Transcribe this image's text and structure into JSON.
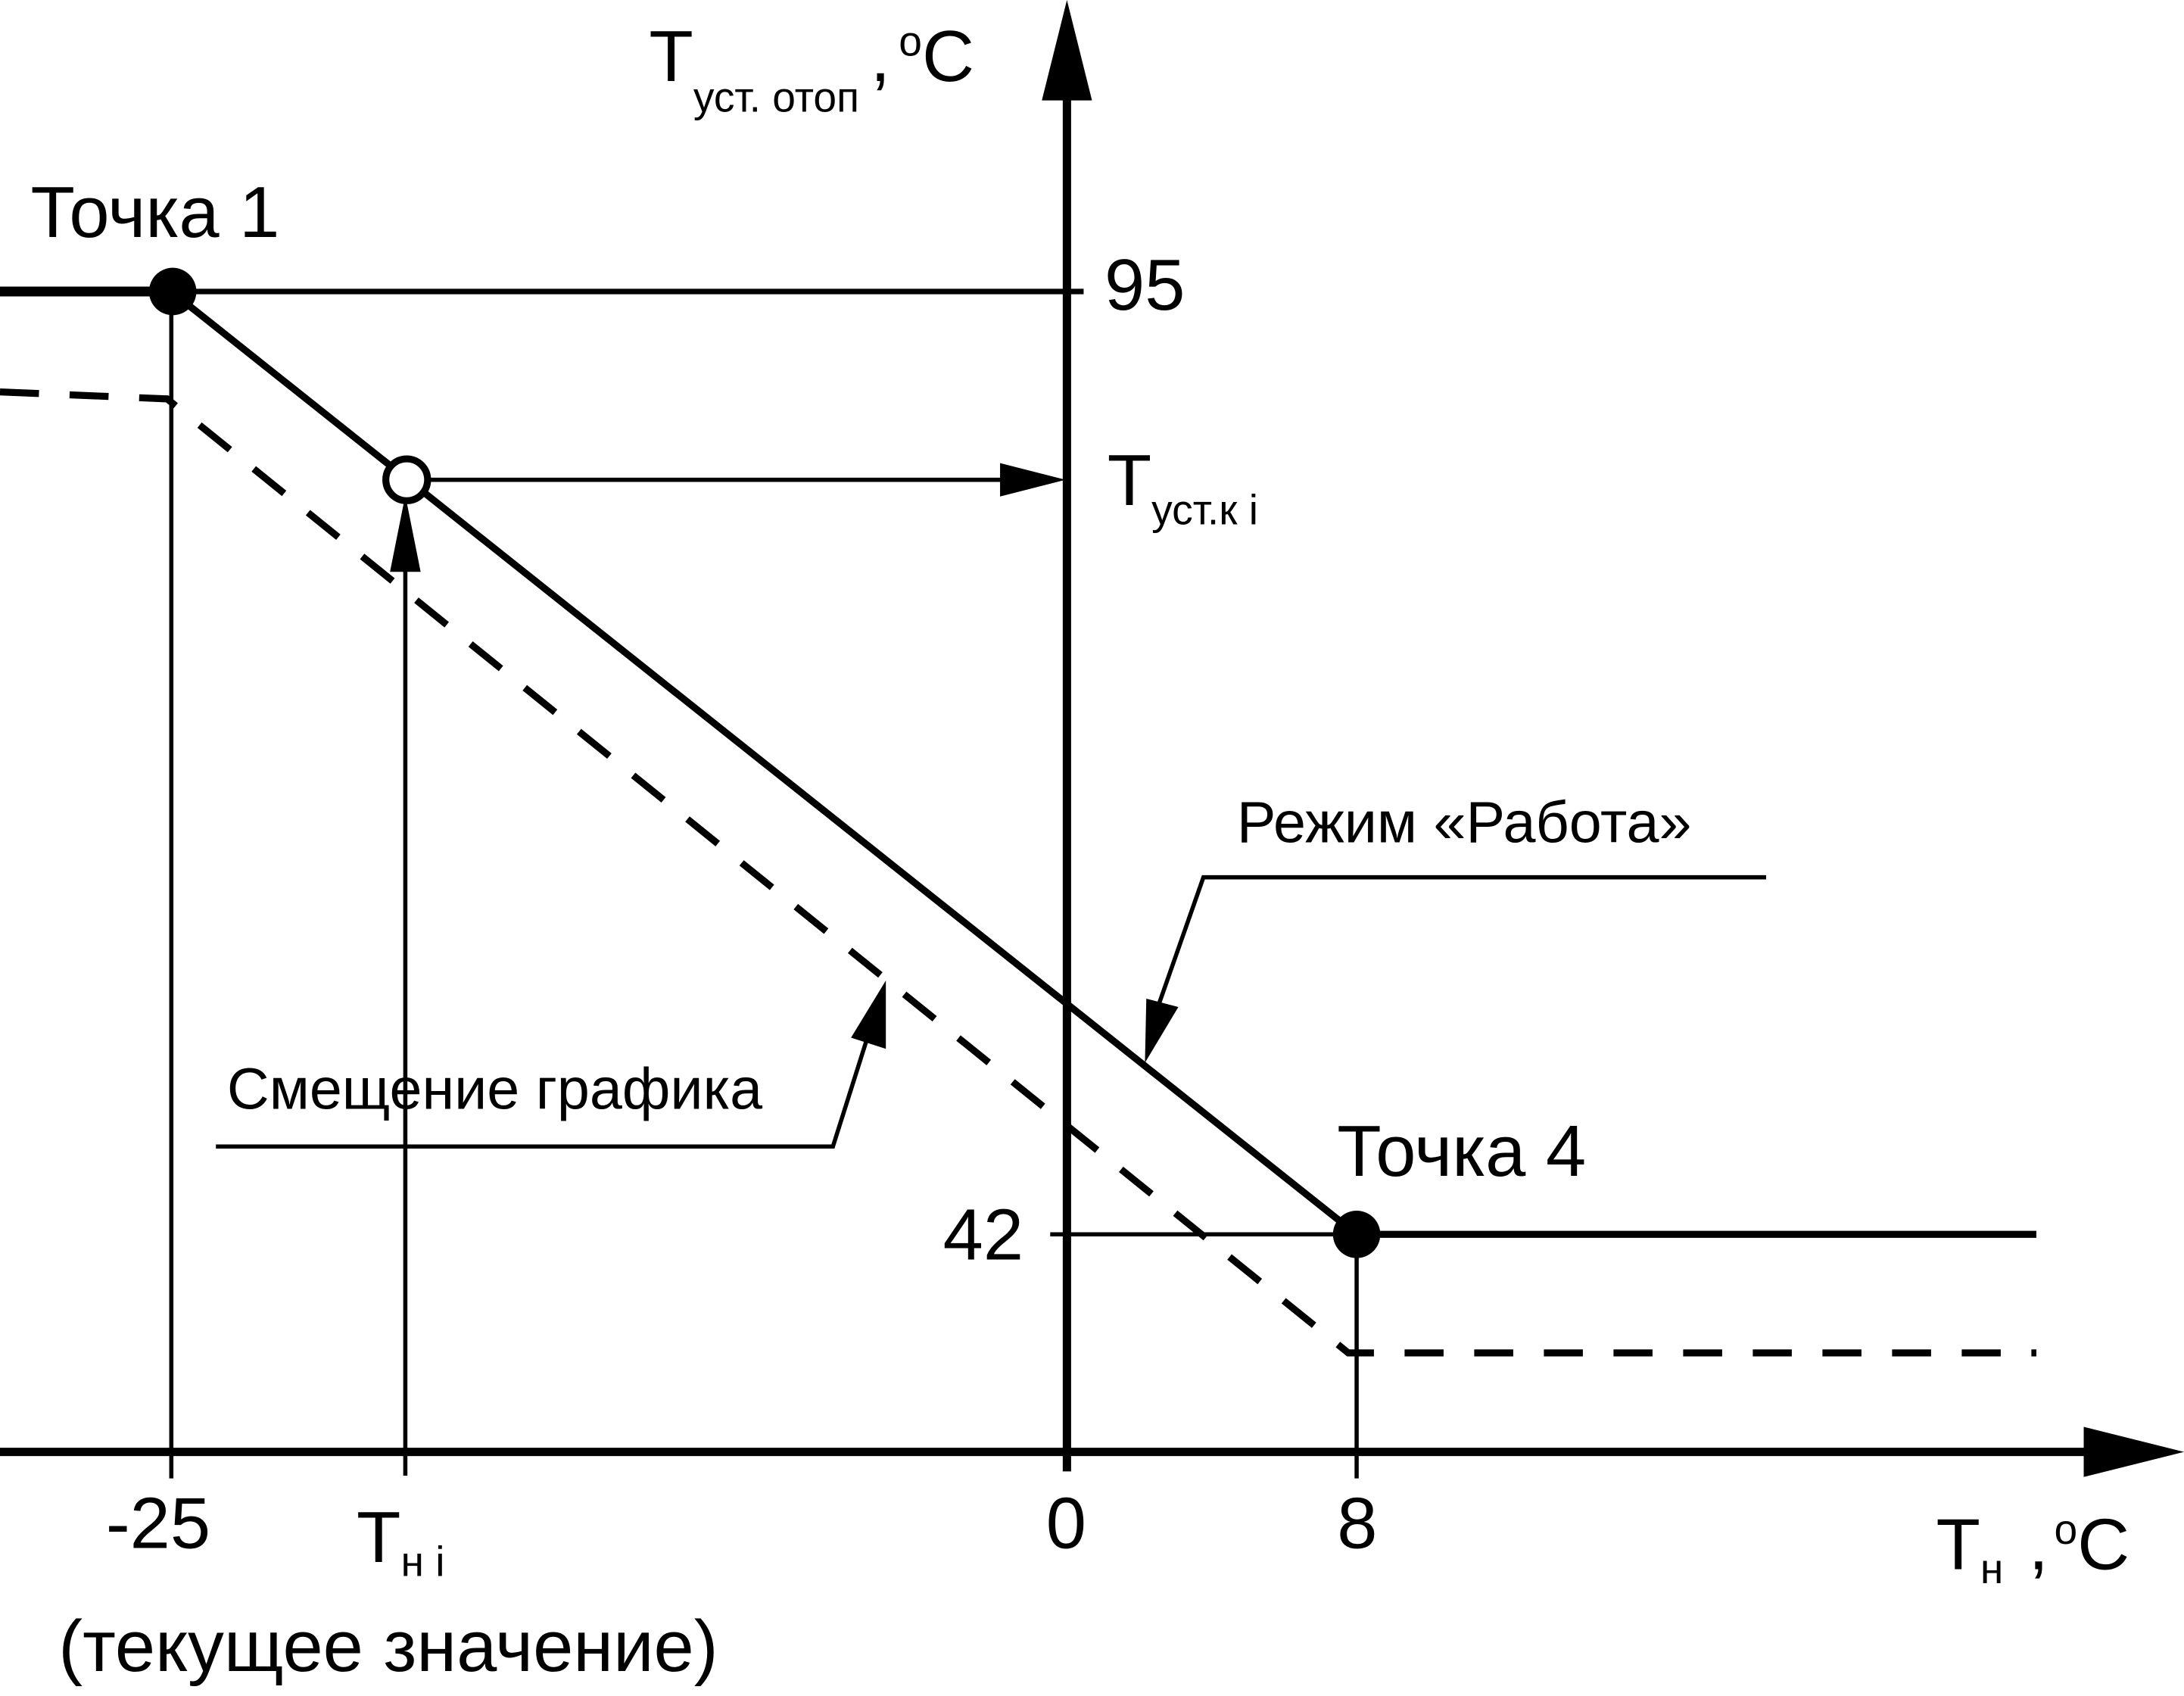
{
  "chart_data": {
    "type": "line",
    "title": "",
    "xlabel": "Tн , °C",
    "ylabel": "Tуст. отоп , °C",
    "x_ticks": [
      "-25",
      "Tн i",
      "0",
      "8"
    ],
    "y_ticks": [
      "95",
      "Tуст.к i",
      "42"
    ],
    "series": [
      {
        "name": "Режим «Работа»",
        "style": "solid",
        "points": [
          {
            "x": -40,
            "y": 95
          },
          {
            "x": -25,
            "y": 95
          },
          {
            "x": 8,
            "y": 42
          },
          {
            "x": 25,
            "y": 42
          }
        ]
      },
      {
        "name": "Смещение графика",
        "style": "dashed",
        "points": [
          {
            "x": -40,
            "y": 83
          },
          {
            "x": -25,
            "y": 82
          },
          {
            "x": 8,
            "y": 29
          },
          {
            "x": 25,
            "y": 29
          }
        ]
      }
    ],
    "annotations": [
      {
        "text": "Точка 1",
        "x": -25,
        "y": 95
      },
      {
        "text": "Точка 4",
        "x": 8,
        "y": 42
      },
      {
        "text": "Tуст.к i",
        "target": "current setpoint on Y axis"
      },
      {
        "text": "Tн i",
        "target": "current outdoor temperature on X axis"
      },
      {
        "text": "(текущее значение)",
        "target": "Tн i"
      },
      {
        "text": "Режим «Работа»",
        "target": "solid line"
      },
      {
        "text": "Смещение графика",
        "target": "dashed line"
      }
    ]
  },
  "labels": {
    "y_axis_main": "T",
    "y_axis_sub": "уст. отоп",
    "y_axis_unit_comma": ",",
    "y_axis_unit_deg": "o",
    "y_axis_unit": "C",
    "x_axis_main": "T",
    "x_axis_sub": "н",
    "x_axis_unit_comma": ",",
    "x_axis_unit_deg": "o",
    "x_axis_unit": "C",
    "point1": "Точка 1",
    "point4": "Точка 4",
    "tick_95": "95",
    "tick_42": "42",
    "tick_m25": "-25",
    "tick_0": "0",
    "tick_8": "8",
    "tni_main": "T",
    "tni_sub": "н i",
    "tuki_main": "T",
    "tuki_sub": "уст.к i",
    "current_value": "(текущее значение)",
    "mode_work": "Режим «Работа»",
    "shift": "Смещение графика"
  },
  "colors": {
    "line": "#000000",
    "background": "#ffffff"
  }
}
